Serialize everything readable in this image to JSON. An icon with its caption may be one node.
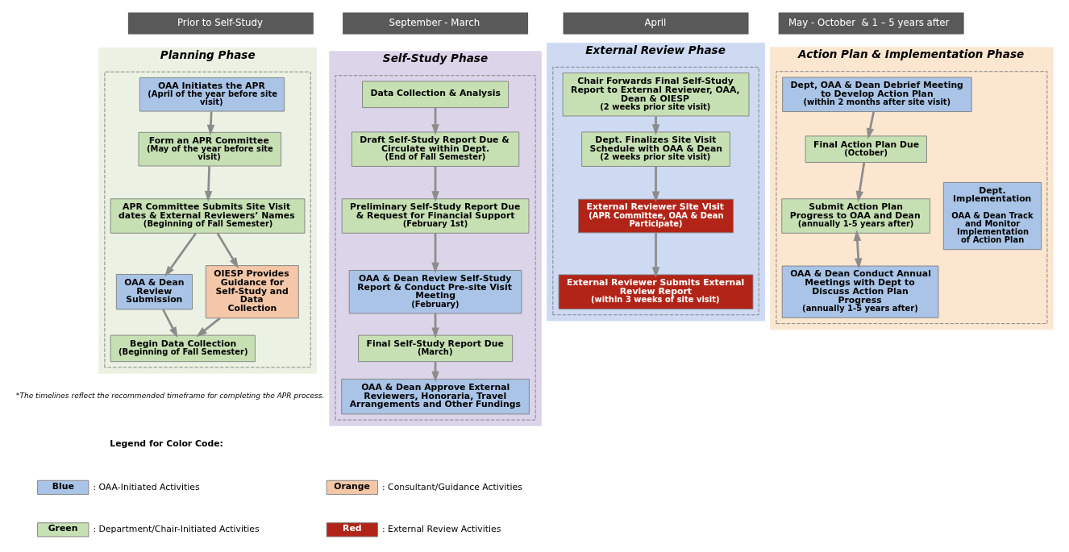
{
  "diagram": {
    "nodes": [
      {
        "text": [
          "Planning Phase"
        ]
      },
      {
        "text": [],
        "shape": "box",
        "in": 0
      },
      {
        "text": [
          "OAA Initiates the APR",
          "(April of the year before site visit)"
        ],
        "in": 1
      },
      {
        "text": [
          "Form an APR Committee",
          "(May of the year before site visit)"
        ],
        "in": 1
      },
      {
        "text": [
          "APR Committee Submits Site Visit dates & External Reviewers’ Names",
          "(Beginning of Fall Semester)"
        ],
        "in": 1
      },
      {
        "text": [
          "OAA & Dean Review Submission"
        ],
        "in": 1
      },
      {
        "text": [
          "OIESP Provides Guidance for Self-Study and Data Collection"
        ],
        "in": 1
      },
      {
        "text": [
          "Begin Data Collection",
          "(Beginning of Fall Semester)"
        ],
        "in": 1
      },
      {
        "text": [
          "Self-Study Phase"
        ]
      },
      {
        "text": [],
        "shape": "box",
        "in": 8
      },
      {
        "text": [
          "Data Collection & Analysis"
        ],
        "in": 9
      },
      {
        "text": [
          "Draft Self-Study Report Due & Circulate within Dept.",
          "(End of Fall Semester)"
        ],
        "in": 9
      },
      {
        "text": [
          "Preliminary Self-Study Report Due & Request for Financial Support",
          "(February 1st)"
        ],
        "in": 9
      },
      {
        "text": [
          "OAA & Dean Review Self-Study Report & Conduct Pre-site Visit Meeting",
          "(February)"
        ],
        "in": 9
      },
      {
        "text": [
          "Final Self-Study Report Due",
          "(March)"
        ],
        "in": 9
      },
      {
        "text": [
          "OAA & Dean Approve External Reviewers, Honoraria, Travel Arrangements and Other Fundings"
        ],
        "in": 9
      },
      {
        "text": [
          "External Review Phase"
        ]
      },
      {
        "text": [],
        "shape": "box",
        "in": 16
      },
      {
        "text": [
          "Chair Forwards Final Self-Study Report to External Reviewer, OAA, Dean & OIESP",
          "(2 weeks prior site visit)"
        ],
        "in": 17
      },
      {
        "text": [
          "Dept. Finalizes Site Visit Schedule with OAA & Dean",
          "(2 weeks prior site visit)"
        ],
        "in": 17
      },
      {
        "text": [
          "External Reviewer Site Visit",
          "(APR Committee, OAA & Dean Participate)"
        ],
        "in": 17
      },
      {
        "text": [
          "External Reviewer Submits External Review Report",
          "(within 3 weeks of site visit)"
        ],
        "in": 17
      },
      {
        "text": [
          "Action Plan & Implementation Phase"
        ]
      },
      {
        "text": [],
        "shape": "box",
        "in": 22
      },
      {
        "text": [
          "Dept, OAA & Dean Debrief Meeting to Develop Action Plan",
          "(within 2 months after site visit)"
        ],
        "in": 23
      },
      {
        "text": [
          "Final Action Plan Due",
          "(October)"
        ],
        "in": 23
      },
      {
        "text": [
          "Submit Action Plan Progress to OAA and Dean",
          "(annually 1-5 years after)"
        ],
        "in": 23
      },
      {
        "text": [
          "OAA & Dean Conduct Annual Meetings with Dept to Discuss Action Plan Progress",
          "(annually 1-5 years after)"
        ],
        "in": 23
      },
      {
        "text": [
          "Dept. Implementation",
          "OAA & Dean Track and Monitor Implementation of Action Plan"
        ],
        "in": 23
      }
    ],
    "edges": [
      {
        "from": 2,
        "to": 3,
        "arrow": "to"
      },
      {
        "from": 3,
        "to": 4,
        "arrow": "to"
      },
      {
        "from": 4,
        "to": 5,
        "arrow": "to"
      },
      {
        "from": 4,
        "to": 6,
        "arrow": "to"
      },
      {
        "from": 5,
        "to": 7,
        "arrow": "to"
      },
      {
        "from": 6,
        "to": 7,
        "arrow": "to"
      },
      {
        "from": 10,
        "to": 11,
        "arrow": "to"
      },
      {
        "from": 11,
        "to": 12,
        "arrow": "to"
      },
      {
        "from": 12,
        "to": 13,
        "arrow": "to"
      },
      {
        "from": 13,
        "to": 14,
        "arrow": "to"
      },
      {
        "from": 14,
        "to": 15,
        "arrow": "to"
      },
      {
        "from": 18,
        "to": 19,
        "arrow": "to"
      },
      {
        "from": 19,
        "to": 20,
        "arrow": "to"
      },
      {
        "from": 20,
        "to": 21,
        "arrow": "to"
      },
      {
        "from": 24,
        "to": 25,
        "arrow": "to"
      },
      {
        "from": 25,
        "to": 26,
        "arrow": "to"
      },
      {
        "from": 26,
        "to": 27,
        "arrow": "both"
      }
    ],
    "labels": [
      "Prior to Self-Study",
      "September - March",
      "April",
      "May - October  & 1 – 5 years after",
      "*The timelines reflect the recommended timeframe for completing the APR process.",
      "Legend for Color Code:",
      "Blue",
      "Orange",
      "Green",
      "Red"
    ],
    "legend": [
      {
        "text": ": OAA-Initiated Activities",
        "color": "#a9c4e6"
      },
      {
        "text": ": Consultant/Guidance Activities",
        "color": "#f4c7a8"
      },
      {
        "text": ": Department/Chair-Initiated Activities",
        "color": "#c6e0b4"
      },
      {
        "text": ": External Review Activities",
        "color": "#b22418"
      }
    ]
  }
}
